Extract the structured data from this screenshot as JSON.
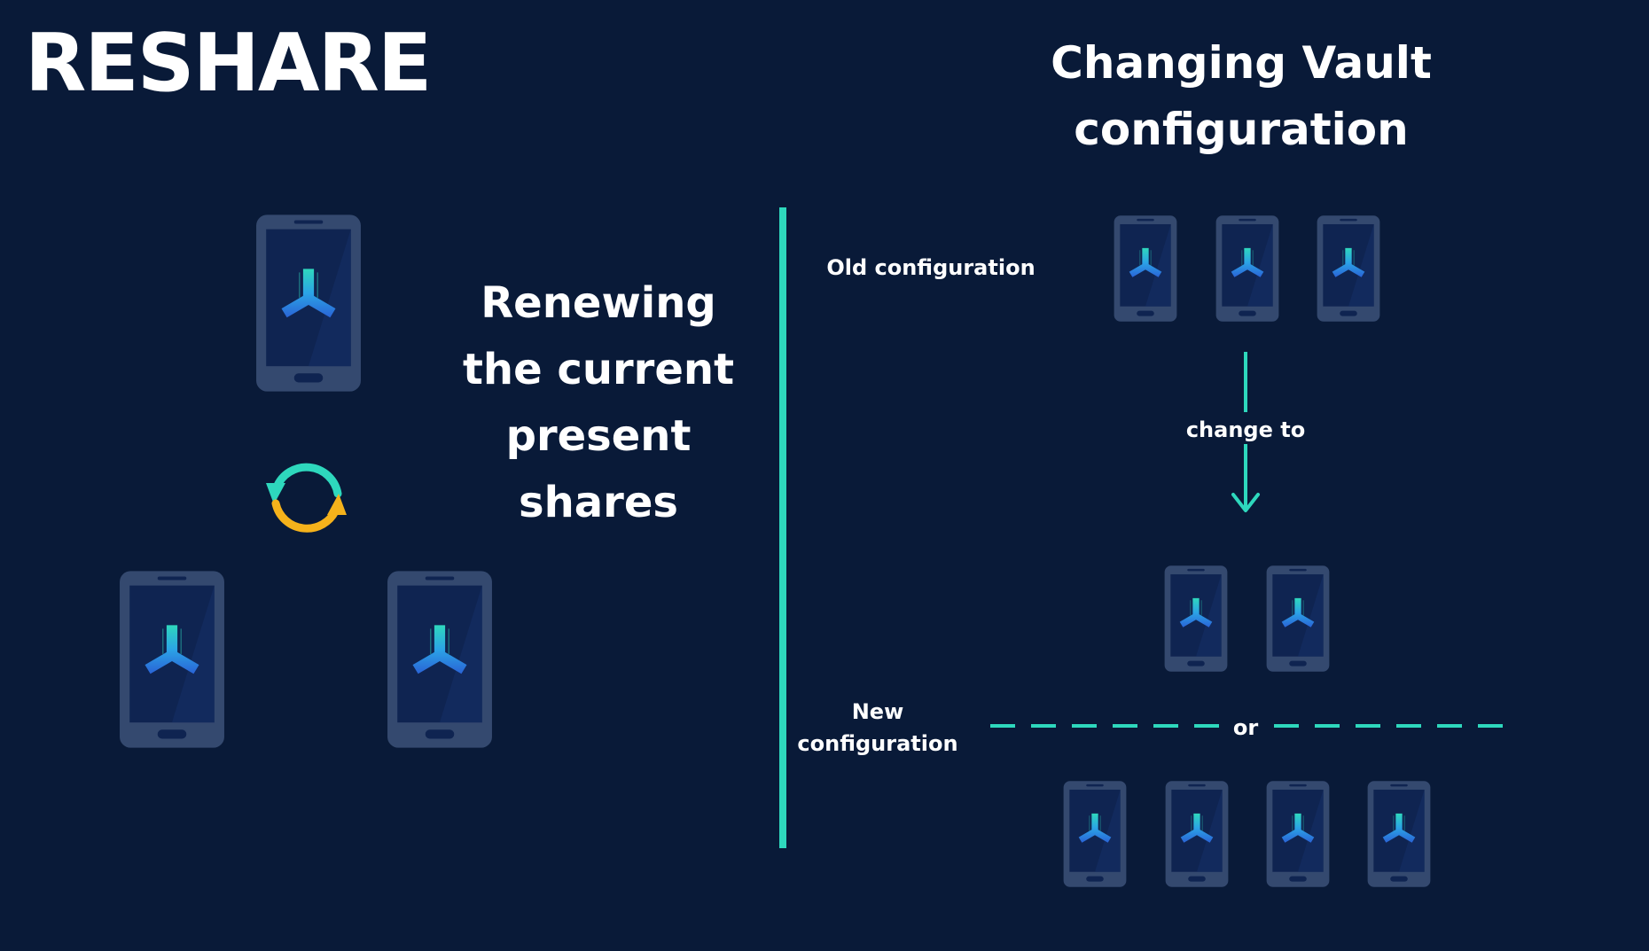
{
  "title": "RESHARE",
  "right_title": "Changing Vault\nconfiguration",
  "renew_text": "Renewing\nthe current\npresent\nshares",
  "old_label": "Old configuration",
  "change_label": "change to",
  "new_label": "New\nconfiguration",
  "or_label": "or",
  "colors": {
    "background": "#091a38",
    "accent": "#2ed8bd",
    "orange": "#f5b21b",
    "phone_frame": "#34496f",
    "screen": "#0f2451"
  }
}
